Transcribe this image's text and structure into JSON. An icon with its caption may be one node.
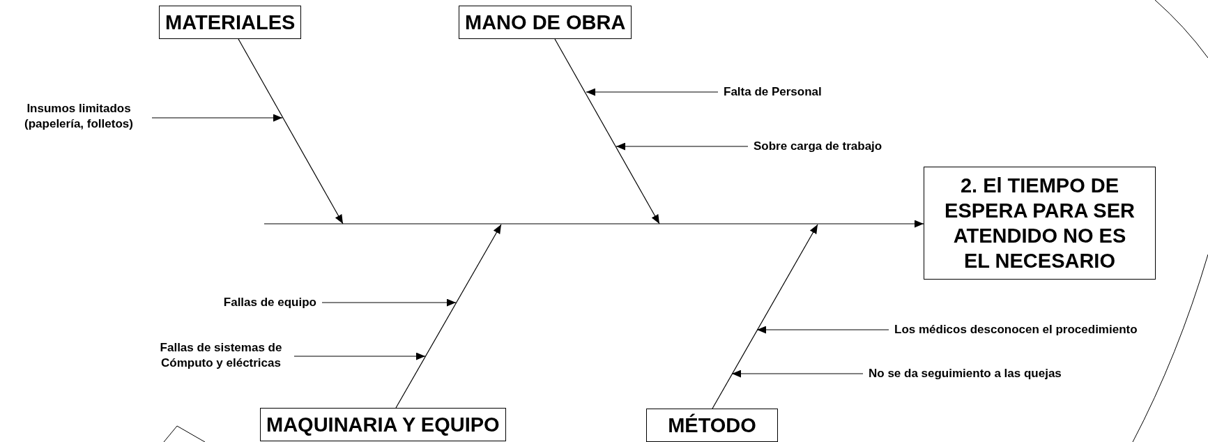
{
  "diagram": {
    "nodes": [
      {
        "text": [
          "MATERIALES"
        ]
      },
      {
        "text": [
          "MANO DE OBRA"
        ]
      },
      {
        "text": [
          "2. El TIEMPO DE ESPERA PARA SER ATENDIDO NO ES EL NECESARIO"
        ]
      },
      {
        "text": [
          "MAQUINARIA Y EQUIPO"
        ]
      },
      {
        "text": [
          "MÉTODO"
        ]
      },
      {
        "text": [
          "Insumos limitados (papelería, folletos)"
        ]
      },
      {
        "text": [
          "Falta de Personal"
        ]
      },
      {
        "text": [
          "Sobre carga de trabajo"
        ]
      },
      {
        "text": [
          "Fallas de equipo"
        ]
      },
      {
        "text": [
          "Fallas de sistemas de Cómputo y eléctricas"
        ]
      },
      {
        "text": [
          "Los médicos desconocen el procedimiento"
        ]
      },
      {
        "text": [
          "No se da seguimiento a las quejas"
        ]
      }
    ],
    "edges": [
      {
        "from": 0,
        "to": null,
        "arrow": "to"
      },
      {
        "from": 1,
        "to": null,
        "arrow": "to"
      },
      {
        "from": 3,
        "to": null,
        "arrow": "to"
      },
      {
        "from": 4,
        "to": null,
        "arrow": "to"
      },
      {
        "from": null,
        "to": 2,
        "arrow": "to"
      },
      {
        "from": 5,
        "to": null,
        "arrow": "to"
      },
      {
        "from": 6,
        "to": null,
        "arrow": "to"
      },
      {
        "from": 7,
        "to": null,
        "arrow": "to"
      },
      {
        "from": 8,
        "to": null,
        "arrow": "to"
      },
      {
        "from": 9,
        "to": null,
        "arrow": "to"
      },
      {
        "from": 10,
        "to": null,
        "arrow": "to"
      },
      {
        "from": 11,
        "to": null,
        "arrow": "to"
      }
    ]
  }
}
